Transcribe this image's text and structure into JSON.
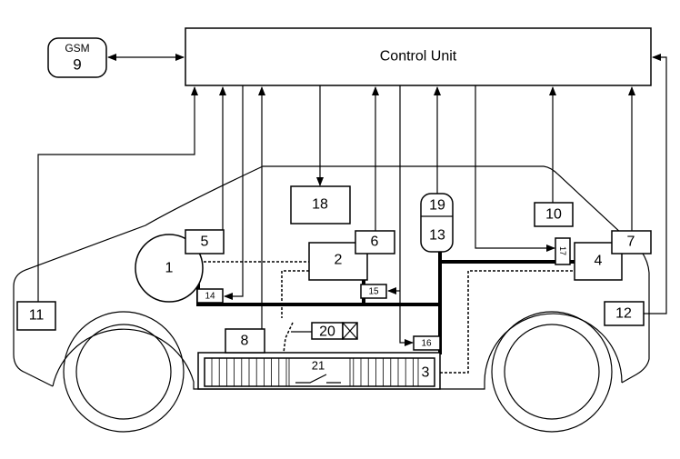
{
  "control_unit": {
    "label": "Control Unit"
  },
  "gsm": {
    "title": "GSM",
    "number": "9"
  },
  "components": {
    "c1": "1",
    "c2": "2",
    "c3": "3",
    "c4": "4",
    "c5": "5",
    "c6": "6",
    "c7": "7",
    "c8": "8",
    "c10": "10",
    "c11": "11",
    "c12": "12",
    "c13": "13",
    "c14": "14",
    "c15": "15",
    "c16": "16",
    "c17": "17",
    "c18": "18",
    "c19": "19",
    "c20": "20",
    "c21": "21"
  }
}
